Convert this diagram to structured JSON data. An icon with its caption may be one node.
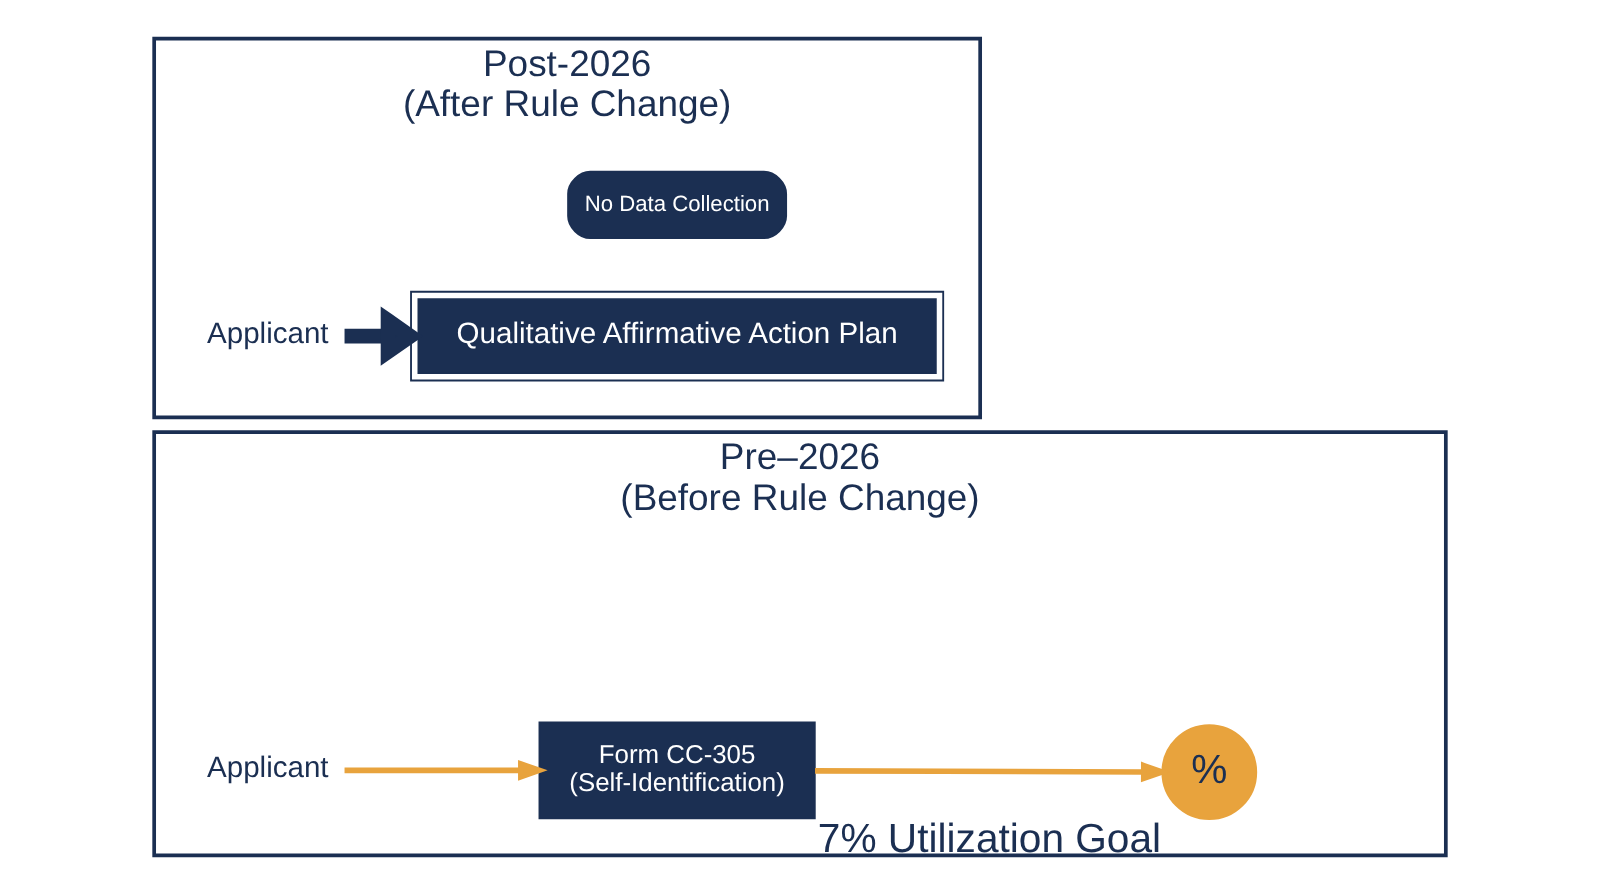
{
  "diagram": {
    "nodes": [
      {
        "text": [
          "Pre–2026",
          "(Before Rule Change)"
        ]
      },
      {
        "text": [
          "Applicant"
        ],
        "in": 0
      },
      {
        "text": [
          "Form CC-305",
          "(Self-Identification)"
        ],
        "in": 0
      },
      {
        "text": [
          "%"
        ],
        "in": 0,
        "beside": [
          "7% Utilization Goal"
        ]
      },
      {
        "text": [
          "Post-2026",
          "(After Rule Change)"
        ]
      },
      {
        "text": [
          "Applicant"
        ],
        "in": 4
      },
      {
        "text": [
          "Qualitative Affirmative Action Plan"
        ],
        "in": 4
      },
      {
        "text": [
          "No Data Collection"
        ],
        "in": 4
      }
    ],
    "edges": [
      {
        "from": 1,
        "to": 2,
        "arrow": "to"
      },
      {
        "from": 2,
        "to": 3,
        "arrow": "to"
      },
      {
        "from": 5,
        "to": 6,
        "arrow": "to",
        "style": "thick",
        "color": "#1b2f52"
      }
    ]
  }
}
